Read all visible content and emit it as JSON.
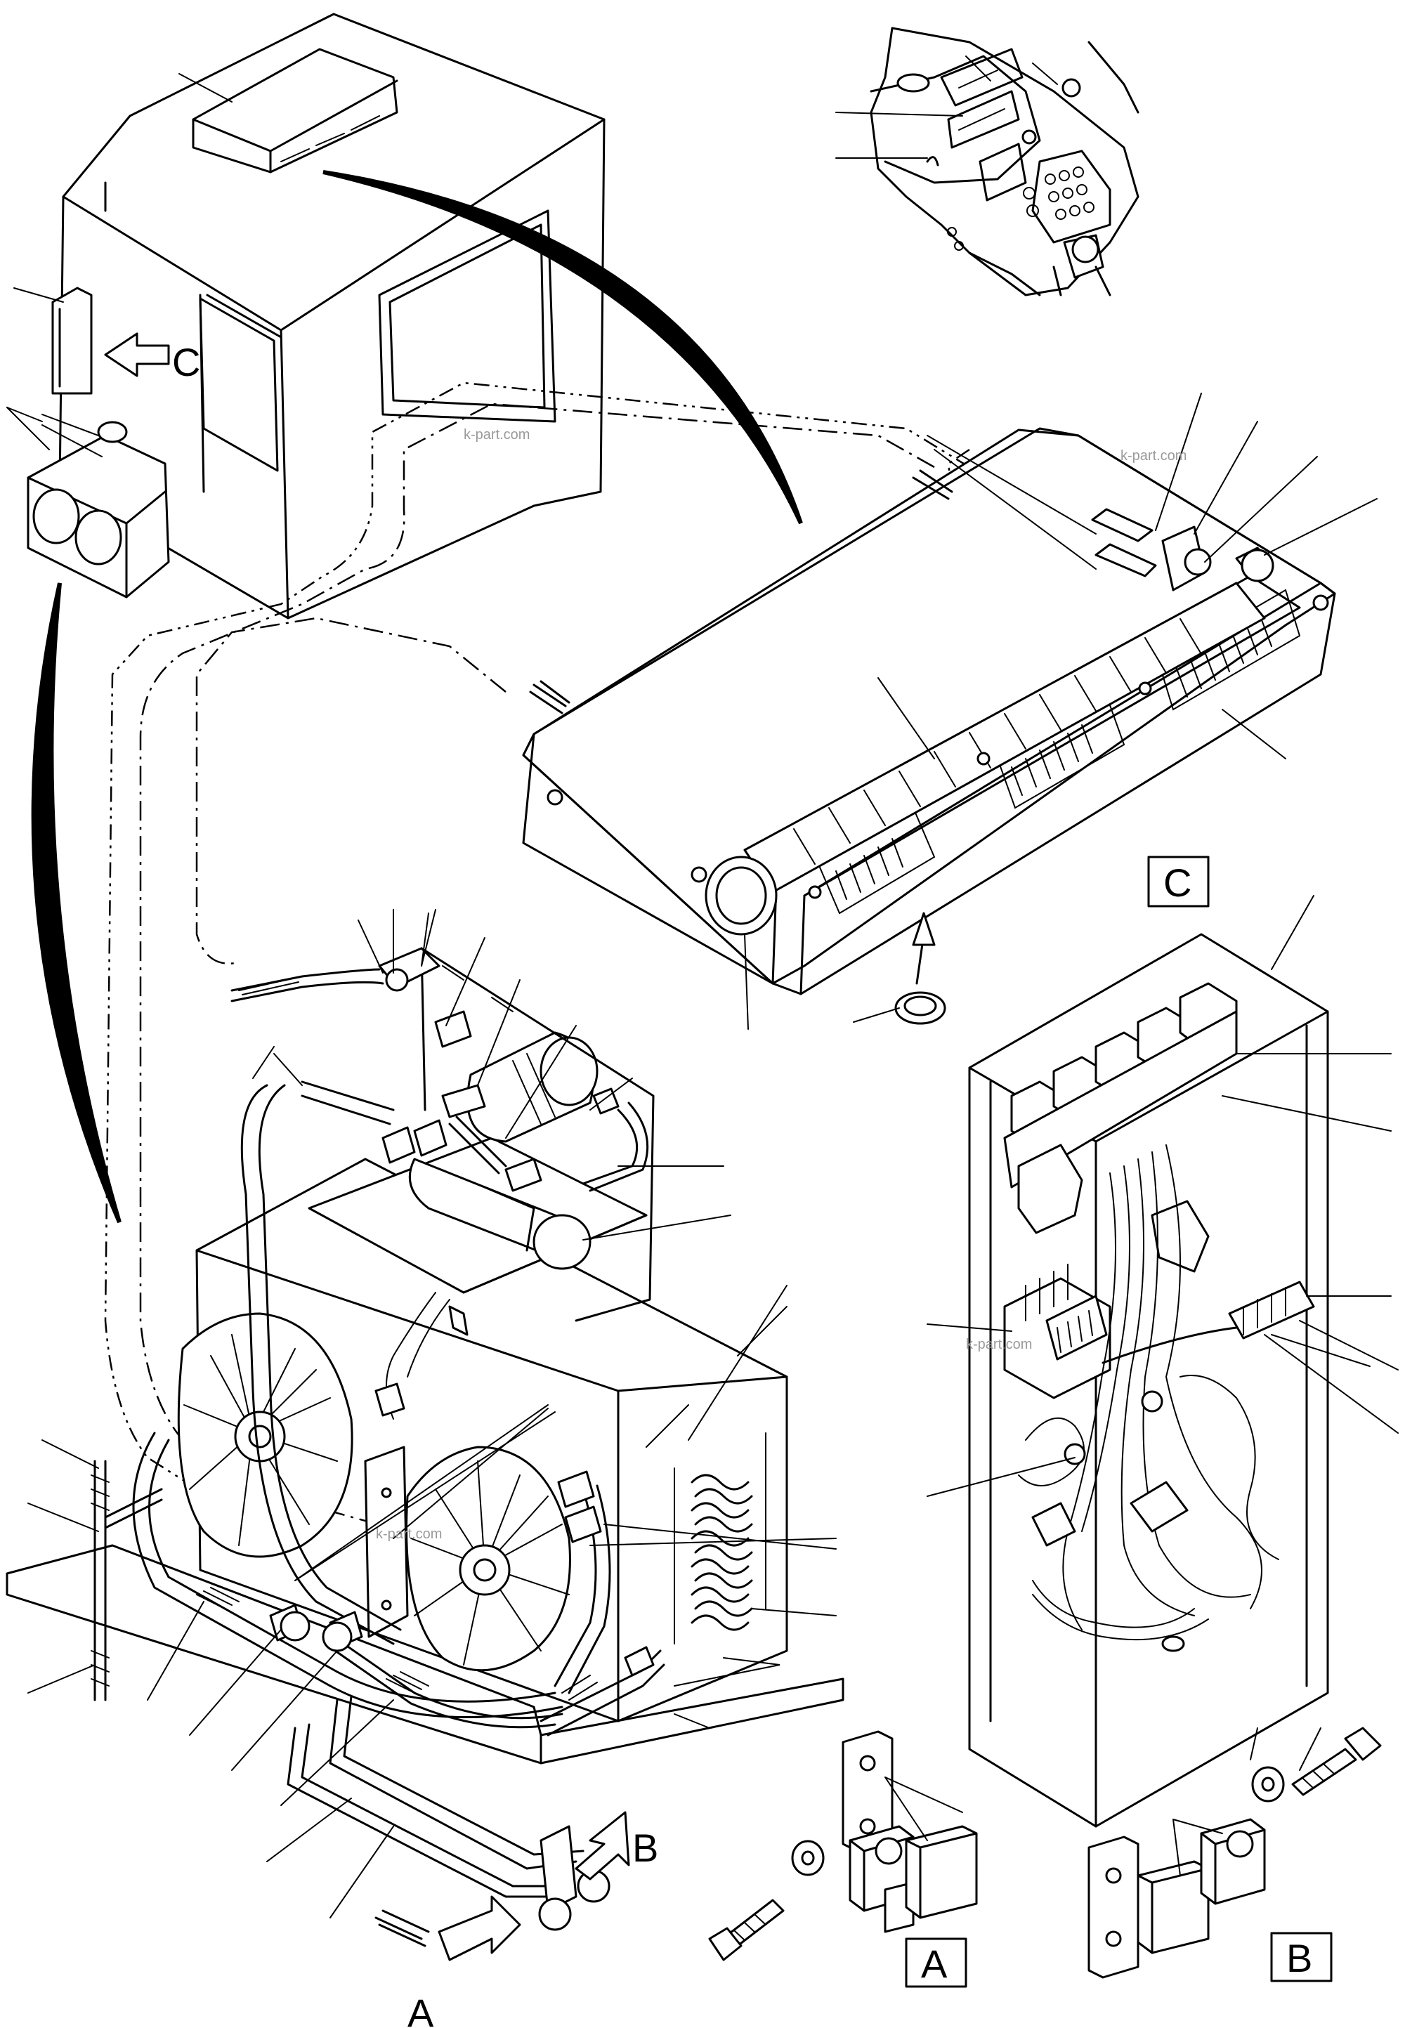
{
  "labels": {
    "callout_c": "C",
    "box_c": "C",
    "box_a": "A",
    "box_b": "B",
    "arrow_a": "A",
    "arrow_b": "B"
  },
  "watermarks": [
    "k-part.com",
    "k-part.com",
    "k-part.com",
    "k-part.com"
  ],
  "icons": {
    "arrow": "arrow-icon",
    "fan": "fan-icon"
  }
}
